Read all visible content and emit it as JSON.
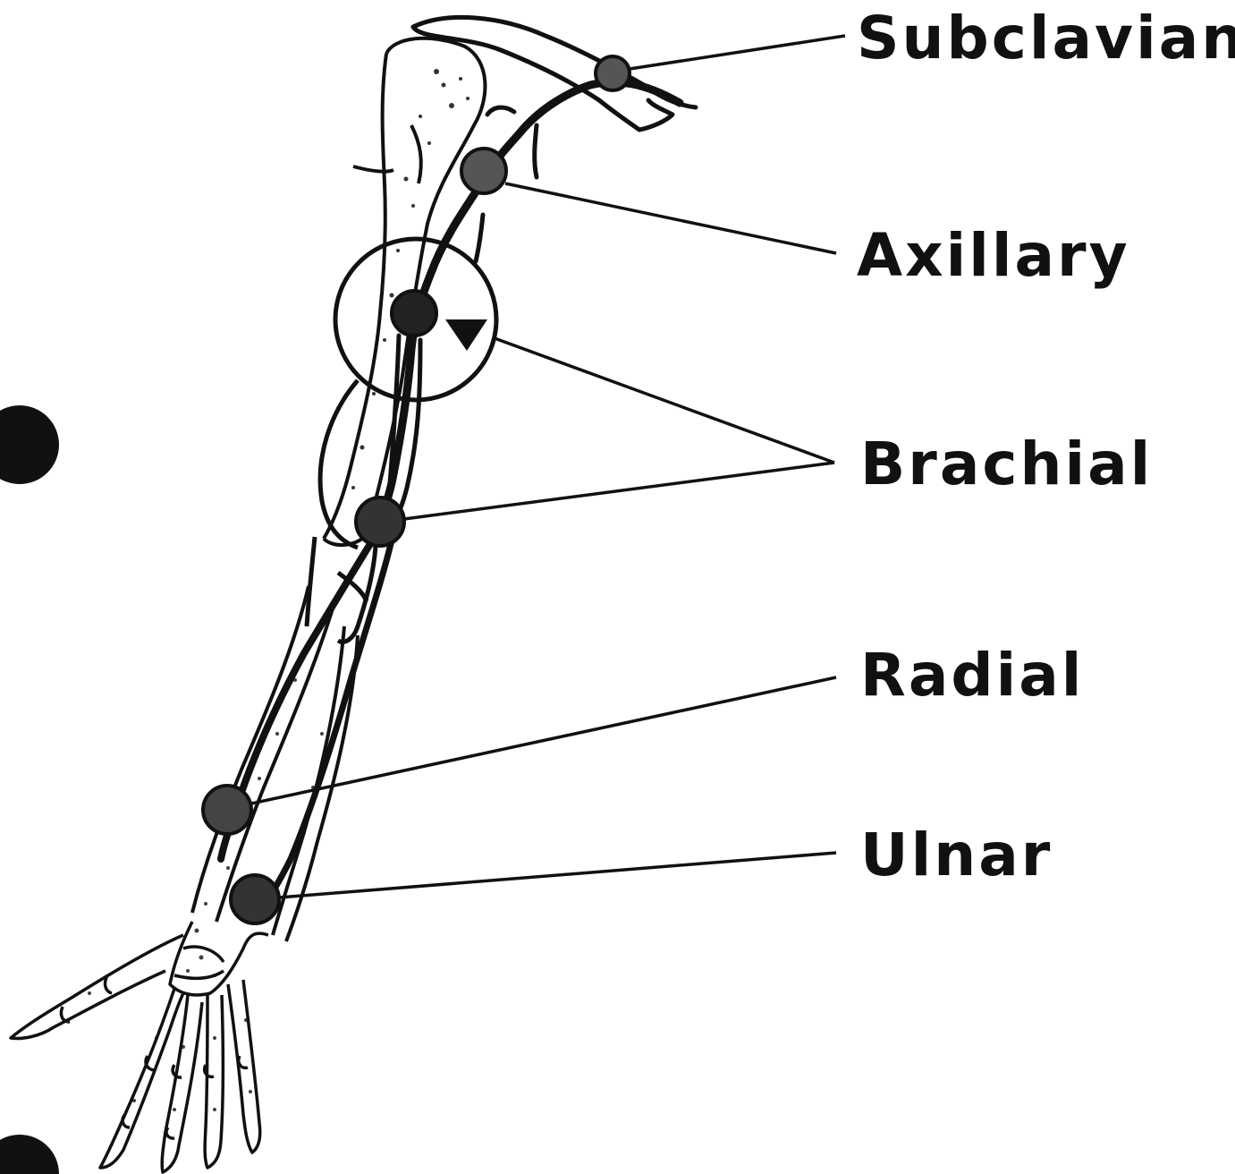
{
  "labels": {
    "subclavian": "Subclavian",
    "axillary": "Axillary",
    "brachial": "Brachial",
    "radial": "Radial",
    "ulnar": "Ulnar"
  },
  "colors": {
    "ink": "#111111",
    "paper": "#ffffff",
    "pulse_point_fill": "#555555"
  }
}
